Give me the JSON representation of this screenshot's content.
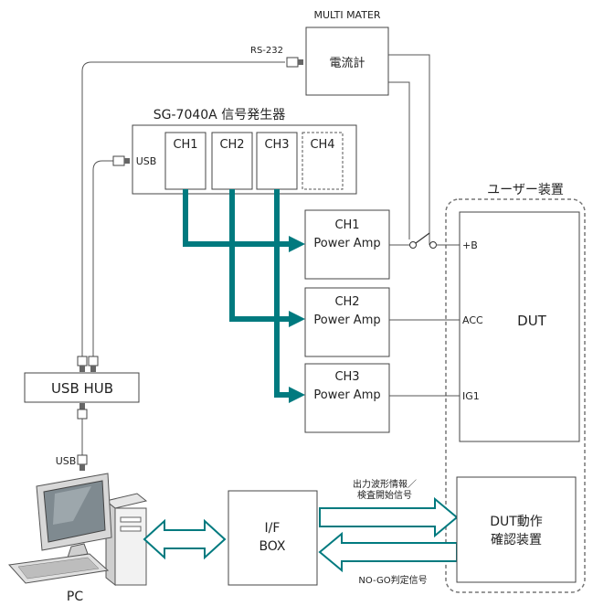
{
  "multimeter": {
    "title": "MULTI MATER",
    "label": "電流計"
  },
  "rs232_label": "RS-232",
  "sg": {
    "title": "SG-7040A  信号発生器",
    "usb_label": "USB",
    "channels": [
      "CH1",
      "CH2",
      "CH3",
      "CH4"
    ]
  },
  "user_device": {
    "title": "ユーザー装置"
  },
  "amps": [
    {
      "ch": "CH1",
      "name": "Power Amp"
    },
    {
      "ch": "CH2",
      "name": "Power Amp"
    },
    {
      "ch": "CH3",
      "name": "Power Amp"
    }
  ],
  "dut": {
    "label": "DUT",
    "pins": [
      "+B",
      "ACC",
      "IG1"
    ]
  },
  "usb_hub": {
    "label": "USB HUB"
  },
  "pc": {
    "label": "PC",
    "usb_label": "USB"
  },
  "ifbox": {
    "line1": "I/F",
    "line2": "BOX"
  },
  "dut_checker": {
    "line1": "DUT動作",
    "line2": "確認装置"
  },
  "signals": {
    "out_line1": "出力波形情報／",
    "out_line2": "検査開始信号",
    "in_line": "NO-GO判定信号"
  },
  "colors": {
    "teal": "#007a7f",
    "line": "#555555"
  }
}
